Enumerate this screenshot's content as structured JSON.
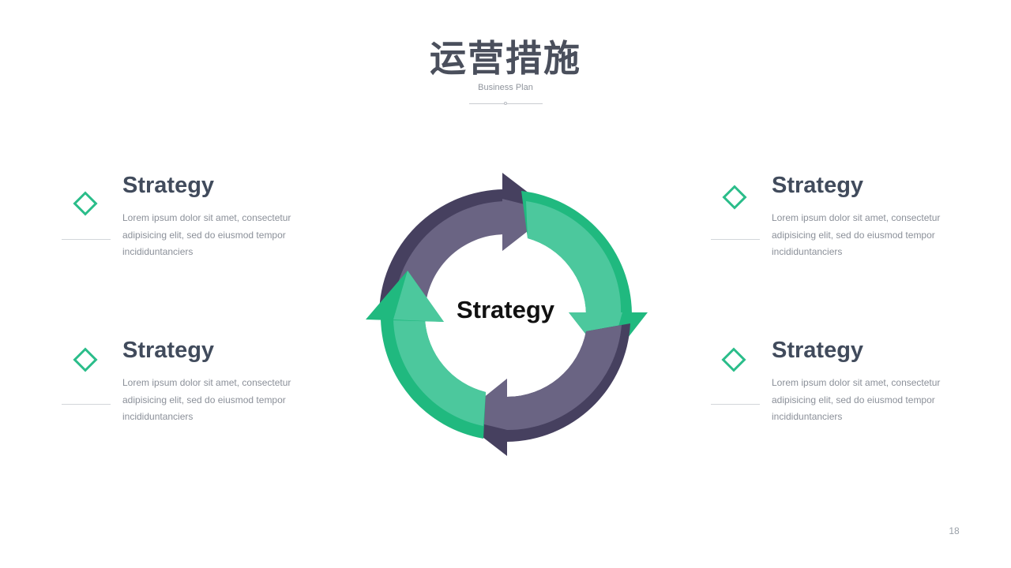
{
  "title": "运营措施",
  "subtitle": "Business Plan",
  "center_label": "Strategy",
  "items": [
    {
      "heading": "Strategy",
      "desc": "Lorem ipsum dolor sit amet, consectetur adipisicing elit, sed do eiusmod tempor incididuntanciers"
    },
    {
      "heading": "Strategy",
      "desc": "Lorem ipsum dolor sit amet, consectetur adipisicing elit, sed do eiusmod tempor incididuntanciers"
    },
    {
      "heading": "Strategy",
      "desc": "Lorem ipsum dolor sit amet, consectetur adipisicing elit, sed do eiusmod tempor incididuntanciers"
    },
    {
      "heading": "Strategy",
      "desc": "Lorem ipsum dolor sit amet, consectetur adipisicing elit, sed do eiusmod tempor incididuntanciers"
    }
  ],
  "page_number": "18",
  "colors": {
    "accent_green": "#2bbd8a",
    "green_light": "#4cc89d",
    "green_dark": "#20b97f",
    "purple_light": "#6a6483",
    "purple_dark": "#46405f",
    "heading": "#414b5c",
    "body_text": "#8b9099"
  },
  "icons": [
    "diamond-outline-icon",
    "cycle-arrows-graphic"
  ]
}
